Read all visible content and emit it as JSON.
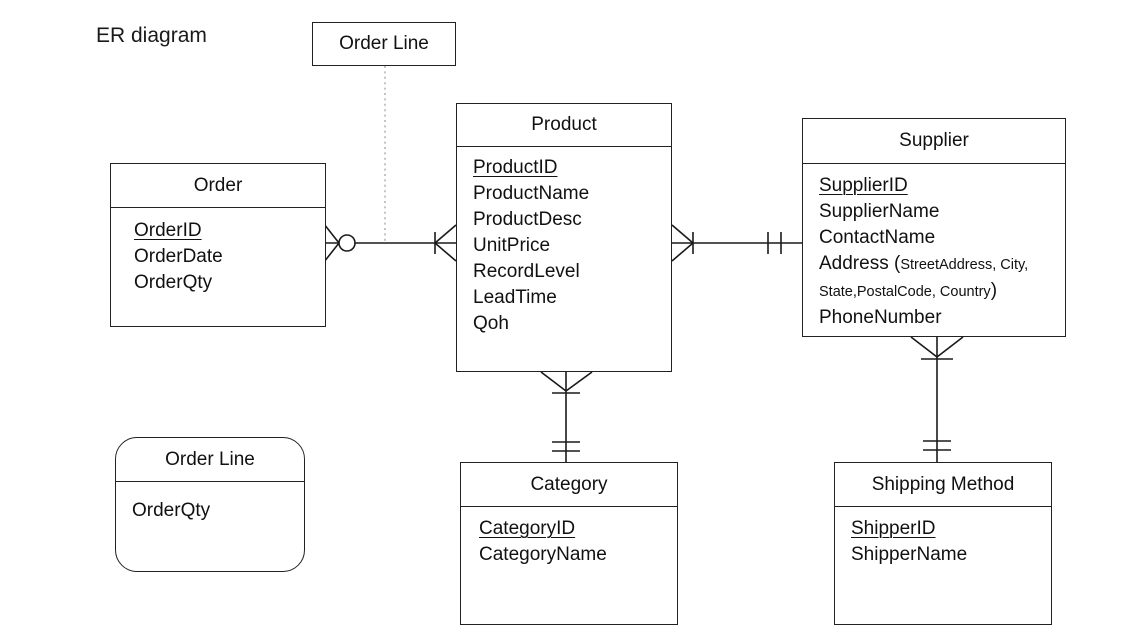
{
  "page": {
    "title": "ER diagram"
  },
  "colors": {
    "background": "#ffffff",
    "line": "#1a1a1a",
    "dotted_link": "#ababab",
    "text": "#111111"
  },
  "entities": {
    "order_line_connector_label": {
      "title": "Order Line"
    },
    "order": {
      "title": "Order",
      "primary_key": "OrderID",
      "attributes": [
        "OrderID",
        "OrderDate",
        "OrderQty"
      ]
    },
    "product": {
      "title": "Product",
      "primary_key": "ProductID",
      "attributes": [
        "ProductID",
        "ProductName",
        "ProductDesc",
        "UnitPrice",
        "RecordLevel",
        "LeadTime",
        "Qoh"
      ]
    },
    "supplier": {
      "title": "Supplier",
      "primary_key": "SupplierID",
      "attributes": [
        "SupplierID",
        "SupplierName",
        "ContactName"
      ],
      "address": {
        "label": "Address (",
        "detail_line1": "StreetAddress, City,",
        "detail_line2": "State,PostalCode, Country",
        "close_paren": ")"
      },
      "phone_attribute": "PhoneNumber"
    },
    "order_line": {
      "title": "Order Line",
      "attributes": [
        "OrderQty"
      ]
    },
    "category": {
      "title": "Category",
      "primary_key": "CategoryID",
      "attributes": [
        "CategoryID",
        "CategoryName"
      ]
    },
    "shipping_method": {
      "title": "Shipping Method",
      "primary_key": "ShipperID",
      "attributes": [
        "ShipperID",
        "ShipperName"
      ]
    }
  },
  "relationships": [
    {
      "between": [
        "Order",
        "Product"
      ],
      "order_end": "zero-or-many",
      "product_end": "one-or-many",
      "associative_entity": "Order Line",
      "associative_link_style": "dotted"
    },
    {
      "between": [
        "Product",
        "Supplier"
      ],
      "product_end": "one-or-many",
      "supplier_end": "exactly-one"
    },
    {
      "between": [
        "Product",
        "Category"
      ],
      "product_end": "one-or-many",
      "category_end": "exactly-one"
    },
    {
      "between": [
        "Supplier",
        "Shipping Method"
      ],
      "supplier_end": "one-or-many",
      "shipping_method_end": "exactly-one"
    }
  ]
}
